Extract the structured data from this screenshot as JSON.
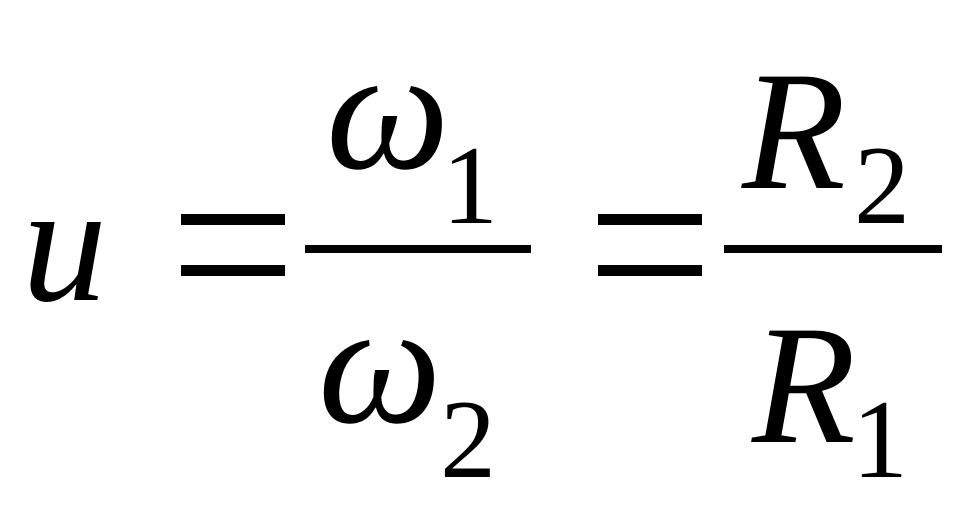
{
  "equation": {
    "lhs": "u",
    "equals": "=",
    "frac1": {
      "numerator_symbol": "ω",
      "numerator_sub": "1",
      "denominator_symbol": "ω",
      "denominator_sub": "2"
    },
    "frac2": {
      "numerator_symbol": "R",
      "numerator_sub": "2",
      "denominator_symbol": "R",
      "denominator_sub": "1"
    }
  }
}
